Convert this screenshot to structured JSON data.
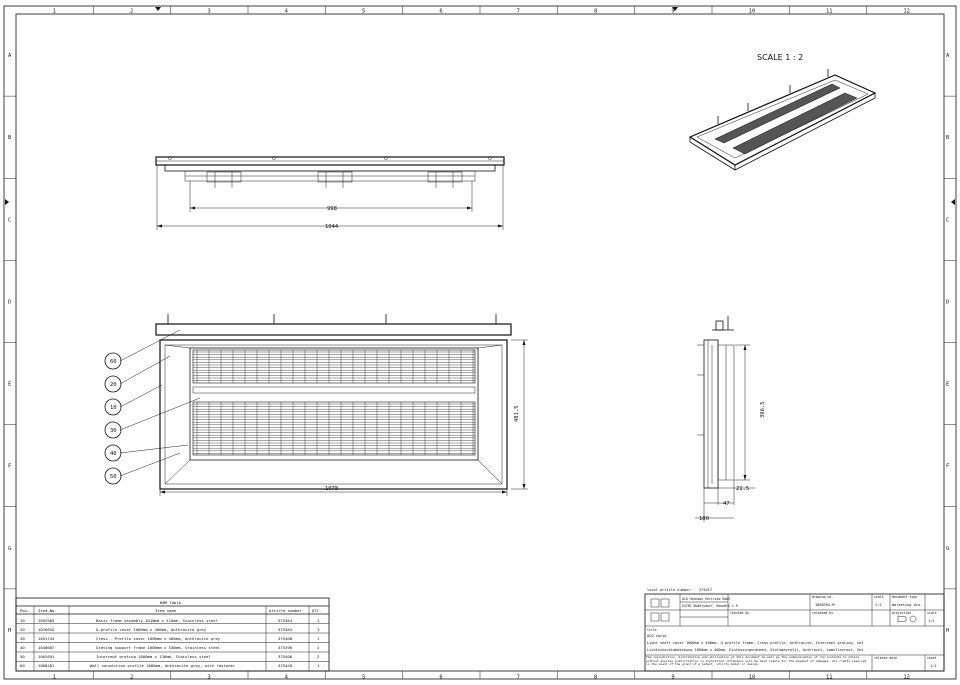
{
  "grid": {
    "columns": [
      "1",
      "2",
      "3",
      "4",
      "5",
      "6",
      "7",
      "8",
      "9",
      "10",
      "11",
      "12"
    ],
    "rows": [
      "A",
      "B",
      "C",
      "D",
      "E",
      "F",
      "G",
      "H"
    ]
  },
  "scale_label": "SCALE  1 : 2",
  "top_view": {
    "dim_inner": "998",
    "dim_outer": "1044"
  },
  "front_view": {
    "dim_width": "1078",
    "dim_height": "481.5"
  },
  "side_view": {
    "dim_inner_height": "396.5",
    "dim_a": "21.5",
    "dim_b": "47",
    "dim_c": "100"
  },
  "bubbles": [
    "60",
    "20",
    "10",
    "30",
    "40",
    "50"
  ],
  "bom": {
    "title": "BOM Table",
    "headers": [
      "Pos.",
      "Item-No.",
      "Item name",
      "Article number",
      "QTY."
    ],
    "rows": [
      [
        "10",
        "1052963",
        "Basic frame assembly 1010mm x 410mm, Stainless steel",
        "375364",
        "1"
      ],
      [
        "20",
        "1076652",
        "U-profile cover 1000mm x 400mm, Anthracite grey",
        "375384",
        "1"
      ],
      [
        "30",
        "1051744",
        "Cross - Profile cover 1000mm x 400mm, Anthracite grey",
        "375408",
        "1"
      ],
      [
        "40",
        "1048687",
        "Grating support frame 1000mm x 530mm, Stainless steel",
        "375396",
        "2"
      ],
      [
        "50",
        "1002691",
        "Intercept grating 1000mm x 130mm, Stainless steel",
        "375406",
        "2"
      ],
      [
        "60",
        "1068281",
        "Wall connection profile 1080mm, Anthracite grey, with fastener",
        "375428",
        "1"
      ]
    ]
  },
  "titleblock": {
    "local_article_label": "local article number:",
    "local_article_value": "375417",
    "company": "ACO Hochbau Vertrieb GmbH",
    "address": "24782 Büdelsdorf, Neuwerk 1-9",
    "drawing_no_label": "drawing no.",
    "drawing_no": "1068394-M",
    "scale_label": "scale",
    "scale": "1:2",
    "doc_type_label": "document type",
    "doc_type": "marketing drw.",
    "checked_label": "checked by",
    "released_label": "released by",
    "projection_label": "projection",
    "title_label": "title",
    "title_short": "ACO Vario",
    "title_en": "Light shaft cover 1000mm x 400mm, U-profile frame, Cross-profile, Anthracite, Intercept grating, set",
    "title_de": "Lichtschachtabdeckung 1000mm x 400mm, Einfassungsrahmen, Einlageprofil, Anthrazit, Lamellenrost, Set",
    "copyright": "The reproduction, distribution and utilization of this document as well as the communication of its contents to others without express authorization is prohibited. Offenders will be held liable for the payment of damages. All rights reserved in the event of the grant of a patent, utility model or design.",
    "sheet_label": "sheet",
    "sheet": "1/1",
    "release_date_label": "release date"
  }
}
